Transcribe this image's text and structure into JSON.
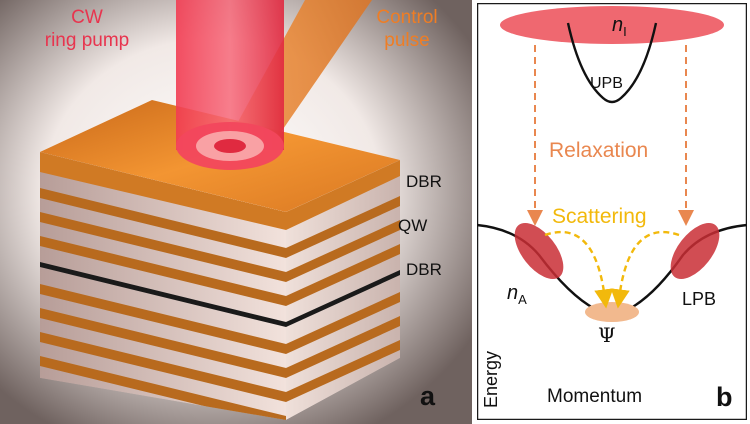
{
  "panel_a": {
    "pump_label": [
      "CW",
      "ring pump"
    ],
    "control_label": [
      "Control",
      "pulse"
    ],
    "dbr_top": "DBR",
    "qw": "QW",
    "dbr_bottom": "DBR",
    "panel_letter": "a",
    "colors": {
      "pump": "#e8344e",
      "control": "#ef7d24",
      "top_layer": "#f08a2a",
      "stripe": "#b86a1e"
    }
  },
  "panel_b": {
    "reservoir_label": "n",
    "reservoir_sub": "I",
    "upb": "UPB",
    "relaxation": "Relaxation",
    "scattering": "Scattering",
    "lobe_label": "n",
    "lobe_sub": "A",
    "lpb": "LPB",
    "condensate": "Ψ",
    "energy_axis": "Energy",
    "momentum_axis": "Momentum",
    "panel_letter": "b",
    "colors": {
      "relaxation": "#e9874f",
      "scattering": "#f2b90c",
      "reservoir": "#ec4e57",
      "condensate": "#f2b98e"
    }
  }
}
